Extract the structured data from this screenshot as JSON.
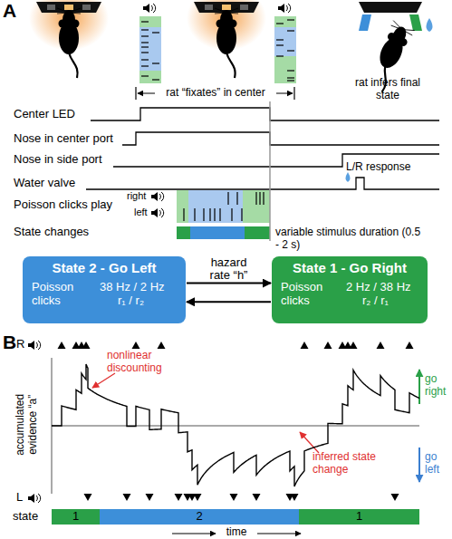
{
  "diagram": {
    "nodes": [
      {
        "text": [
          "State 2 - Go Left",
          "Poisson clicks",
          "38 Hz / 2 Hz",
          "r₁ / r₂"
        ]
      },
      {
        "text": [
          "State 1 - Go Right",
          "Poisson clicks",
          "2 Hz / 38 Hz",
          "r₂ / r₁"
        ]
      },
      {
        "text": [
          "1"
        ]
      },
      {
        "text": [
          "2"
        ]
      },
      {
        "text": [
          "1"
        ]
      }
    ],
    "edges": [
      {
        "from": 0,
        "to": 1,
        "arrow": "to",
        "label": "hazard rate “h”"
      },
      {
        "from": 1,
        "to": 0,
        "arrow": "to"
      }
    ],
    "labels": [
      "A",
      "rat “fixates” in center",
      "rat infers final state",
      "Center LED",
      "Nose in center port",
      "Nose in side port",
      "L/R response",
      "Water valve",
      "Poisson clicks play",
      "right",
      "left",
      "State changes",
      "variable stimulus duration (0.5 - 2 s)",
      "B",
      "R",
      "accumulated evidence “a”",
      "nonlinear discounting",
      "go right",
      "go left",
      "inferred state change",
      "L",
      "state",
      "time"
    ]
  }
}
